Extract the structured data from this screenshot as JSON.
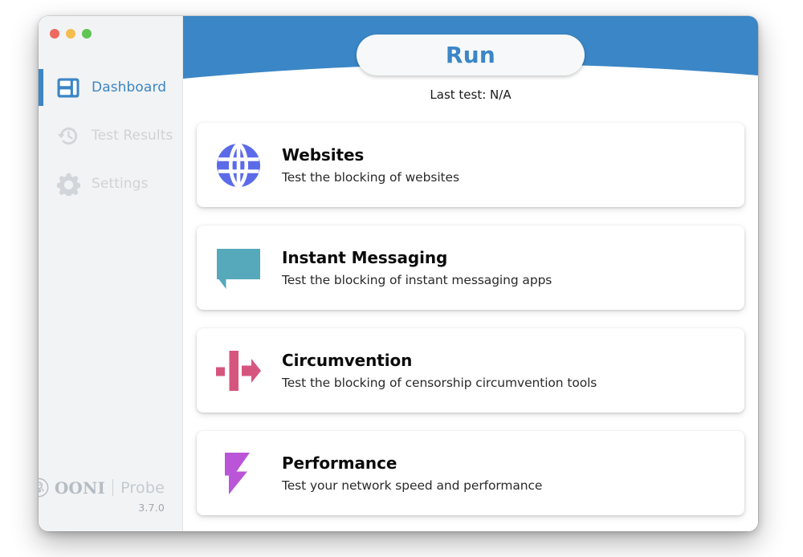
{
  "app": {
    "window_title": "OONI Probe",
    "version": "3.7.0"
  },
  "titlebar": {
    "close_label": "close",
    "minimize_label": "minimize",
    "maximize_label": "maximize"
  },
  "sidebar": {
    "items": [
      {
        "id": "dashboard",
        "label": "Dashboard",
        "icon": "dashboard-icon",
        "active": true
      },
      {
        "id": "test-results",
        "label": "Test Results",
        "icon": "history-clock-icon",
        "active": false
      },
      {
        "id": "settings",
        "label": "Settings",
        "icon": "gear-icon",
        "active": false
      }
    ],
    "footer": {
      "brand_primary": "OONI",
      "brand_secondary": "Probe",
      "version": "3.7.0"
    }
  },
  "header": {
    "run_button_label": "Run",
    "last_test_label": "Last test:",
    "last_test_value": "N/A"
  },
  "tests": [
    {
      "id": "websites",
      "icon": "globe-icon",
      "title": "Websites",
      "description": "Test the blocking of websites",
      "color": "#5b6be8"
    },
    {
      "id": "instant-messaging",
      "icon": "chat-bubble-icon",
      "title": "Instant Messaging",
      "description": "Test the blocking of instant messaging apps",
      "color": "#56a9bb"
    },
    {
      "id": "circumvention",
      "icon": "circumvention-arrow-icon",
      "title": "Circumvention",
      "description": "Test the blocking of censorship circumvention tools",
      "color": "#d6557f"
    },
    {
      "id": "performance",
      "icon": "lightning-bolt-icon",
      "title": "Performance",
      "description": "Test your network speed and performance",
      "color": "#b955d6"
    }
  ],
  "colors": {
    "accent_blue": "#3b86c6",
    "sidebar_bg": "#f2f3f4",
    "inactive_text": "#cfd3d6",
    "traffic_close": "#ec6a5e",
    "traffic_minimize": "#f4bd4f",
    "traffic_maximize": "#61c454"
  }
}
